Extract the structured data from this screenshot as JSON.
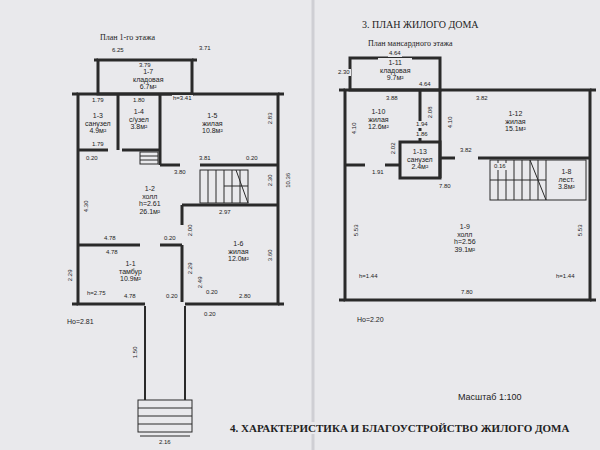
{
  "diagram": {
    "title": "3. ПЛАН ЖИЛОГО ДОМА",
    "nodes": [
      {
        "text": [
          "1-7",
          "кладовая",
          "6.7м²"
        ]
      },
      {
        "text": [
          "1-3",
          "санузел",
          "4.9м²"
        ]
      },
      {
        "text": [
          "1-4",
          "с/узел",
          "3.8м²"
        ]
      },
      {
        "text": [
          "1-5",
          "жилая",
          "10.8м²"
        ]
      },
      {
        "text": [
          "1-2",
          "холл",
          "h=2.61",
          "26.1м²"
        ]
      },
      {
        "text": [
          "1-6",
          "жилая",
          "12.0м²"
        ]
      },
      {
        "text": [
          "1-1",
          "тамбур",
          "10.9м²"
        ]
      },
      {
        "text": [
          "1-11",
          "кладовая",
          "9.7м²"
        ]
      },
      {
        "text": [
          "1-10",
          "жилая",
          "12.6м²"
        ]
      },
      {
        "text": [
          "1-12",
          "жилая",
          "15.1м²"
        ]
      },
      {
        "text": [
          "1-13",
          "санузел",
          "2.4м²"
        ]
      },
      {
        "text": [
          "1-8",
          "лест.",
          "3.8м²"
        ]
      },
      {
        "text": [
          "1-9",
          "холл",
          "h=2.56",
          "39.1м²"
        ]
      }
    ],
    "labels": [
      "План 1-го этажа",
      "6.25",
      "3.79",
      "3.71",
      "h=3.41",
      "1.79",
      "1.80",
      "2.83",
      "3.81",
      "0.20",
      "1.79",
      "0.20",
      "3.80",
      "2.30",
      "10.36",
      "4.30",
      "2.97",
      "2.00",
      "4.78",
      "0.20",
      "4.78",
      "2.29",
      "2.49",
      "3.60",
      "2.29",
      "h=2.75",
      "4.78",
      "0.20",
      "0.20",
      "2.80",
      "0.20",
      "1.50",
      "2.16",
      "Hо=2.81",
      "План мансардного этажа",
      "2.30",
      "4.64",
      "4.64",
      "3.88",
      "2.08",
      "3.82",
      "4.10",
      "1.94",
      "4.10",
      "1.86",
      "2.02",
      "1.91",
      "7.80",
      "0.16",
      "3.82",
      "5.53",
      "5.53",
      "h=1.44",
      "h=1.44",
      "7.80",
      "Hо=2.20",
      "Масштаб 1:100",
      "4. ХАРАКТЕРИСТИКА И БЛАГОУСТРОЙСТВО ЖИЛОГО ДОМА"
    ]
  }
}
